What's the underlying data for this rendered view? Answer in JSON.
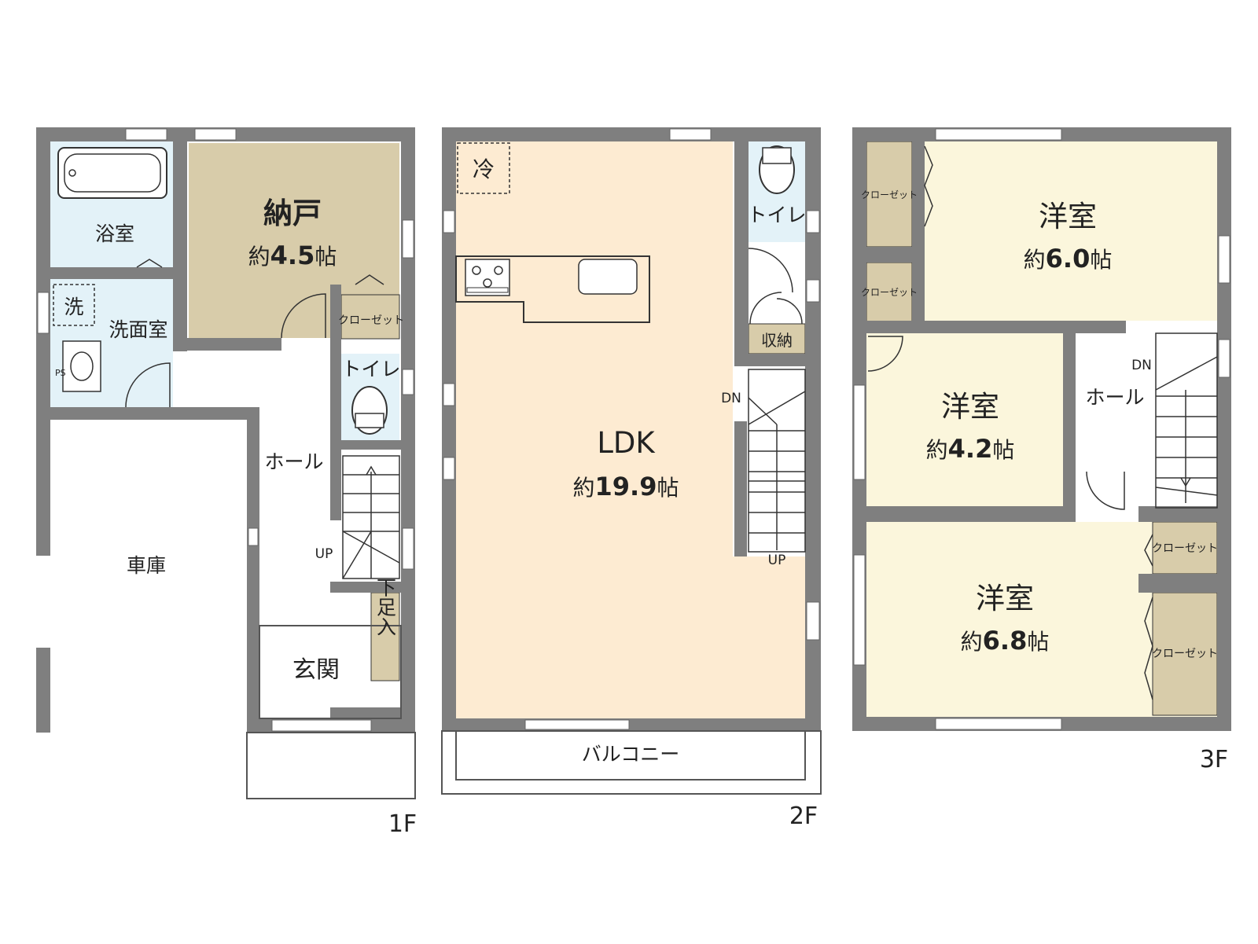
{
  "floors": [
    {
      "floor_label": "1F",
      "rooms": {
        "bath": "浴室",
        "washroom": "洗面室",
        "washer": "洗",
        "pipe_space": "PS",
        "storage_room": {
          "name": "納戸",
          "size_prefix": "約",
          "size_value": "4.5",
          "size_unit": "帖"
        },
        "closet": "クローゼット",
        "toilet": "トイレ",
        "hall": "ホール",
        "stairs_up": "UP",
        "garage": "車庫",
        "entrance": "玄関",
        "shoe_storage": "下足入"
      }
    },
    {
      "floor_label": "2F",
      "rooms": {
        "fridge": "冷",
        "ldk": {
          "name": "LDK",
          "size_prefix": "約",
          "size_value": "19.9",
          "size_unit": "帖"
        },
        "toilet": "トイレ",
        "storage": "収納",
        "stairs_down": "DN",
        "stairs_up": "UP",
        "balcony": "バルコニー"
      }
    },
    {
      "floor_label": "3F",
      "rooms": {
        "closet_a": "クローゼット",
        "closet_b": "クローゼット",
        "western_a": {
          "name": "洋室",
          "size_prefix": "約",
          "size_value": "6.0",
          "size_unit": "帖"
        },
        "western_b": {
          "name": "洋室",
          "size_prefix": "約",
          "size_value": "4.2",
          "size_unit": "帖"
        },
        "western_c": {
          "name": "洋室",
          "size_prefix": "約",
          "size_value": "6.8",
          "size_unit": "帖"
        },
        "hall": "ホール",
        "stairs_down": "DN",
        "closet_c": "クローゼット",
        "closet_d": "クローゼット"
      }
    }
  ],
  "colors": {
    "wall": "#7f7f7f",
    "storage_room_fill": "#d8ccaa",
    "closet_fill": "#d8ccaa",
    "wet_area_fill": "#e3f2f8",
    "ldk_fill": "#fdebd2",
    "western_fill": "#fbf6dc",
    "line": "#333333"
  }
}
